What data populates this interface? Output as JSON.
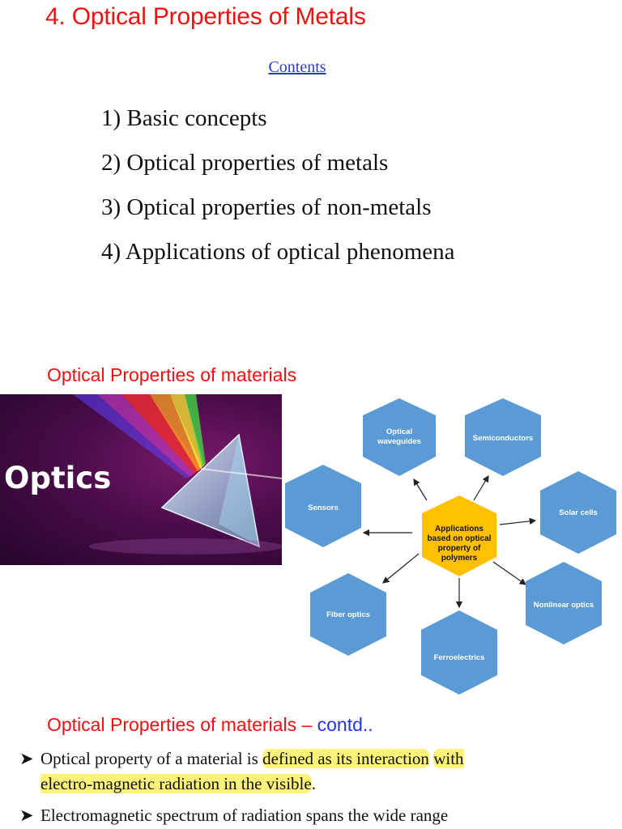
{
  "header": {
    "title": "4. Optical Properties of Metals",
    "contents_link": "Contents"
  },
  "toc": {
    "items": [
      "1) Basic concepts",
      "2) Optical properties of metals",
      "3) Optical properties of non-metals",
      "4) Applications of optical phenomena"
    ]
  },
  "section1": {
    "heading": "Optical Properties of materials",
    "image_caption": "Optics"
  },
  "diagram": {
    "center": [
      "Applications",
      "based on optical",
      "property of",
      "polymers"
    ],
    "nodes": [
      [
        "Optical",
        "waveguides"
      ],
      [
        "Semiconductors"
      ],
      [
        "Sensors"
      ],
      [
        "Solar cells"
      ],
      [
        "Fiber optics"
      ],
      [
        "Nonlinear optics"
      ],
      [
        "Ferroelectrics"
      ]
    ],
    "colors": {
      "hex_fill": "#5b9bd5",
      "center_fill": "#ffc000"
    }
  },
  "section2": {
    "heading": "Optical Properties of materials –",
    "heading_contd": "contd..",
    "bullet1_part1": "Optical property of a material is ",
    "bullet1_part2": "defined as its interaction",
    "bullet1_part3": "with electro-magnetic radiation in the visible",
    "bullet1_part4": ".",
    "bullet2": "Electromagnetic spectrum of radiation spans the wide range"
  },
  "colors": {
    "title_red": "#ee1111",
    "link_blue": "#2b3bc9",
    "contd_blue": "#2233ee",
    "highlight": "#fbf27a"
  }
}
